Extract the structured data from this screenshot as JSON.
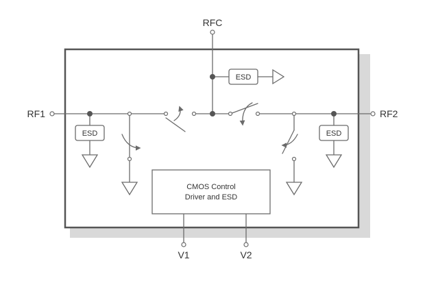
{
  "pins": {
    "rfc": "RFC",
    "rf1": "RF1",
    "rf2": "RF2",
    "v1": "V1",
    "v2": "V2"
  },
  "esd_label": "ESD",
  "control_block": {
    "line1": "CMOS Control",
    "line2": "Driver and ESD"
  },
  "colors": {
    "line": "#6b6b6b",
    "chip_border": "#555555",
    "chip_shadow": "#d9d9d9",
    "text": "#333333"
  }
}
